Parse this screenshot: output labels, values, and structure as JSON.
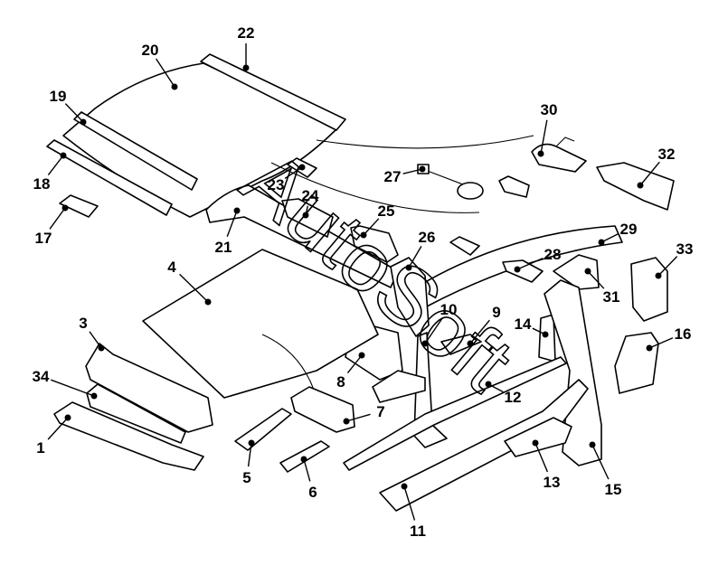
{
  "diagram": {
    "watermark": "AutoSoft",
    "callout_labels": [
      "1",
      "3",
      "4",
      "5",
      "6",
      "7",
      "8",
      "9",
      "10",
      "11",
      "12",
      "13",
      "14",
      "15",
      "16",
      "17",
      "18",
      "19",
      "20",
      "21",
      "22",
      "23",
      "24",
      "25",
      "26",
      "27",
      "28",
      "29",
      "30",
      "31",
      "32",
      "33",
      "34"
    ],
    "colors": {
      "line": "#000000",
      "background": "#ffffff"
    }
  }
}
